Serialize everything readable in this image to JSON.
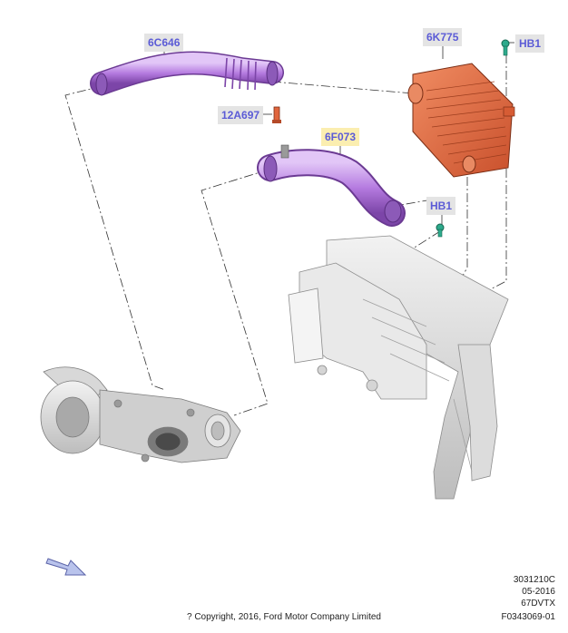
{
  "callouts": {
    "c1": "6C646",
    "c2": "6K775",
    "c3": "HB1",
    "c4": "12A697",
    "c5": "6F073",
    "c6": "HB1"
  },
  "footer": {
    "line1": "3031210C",
    "line2": "05-2016",
    "line3": "67DVTX",
    "line4": "F0343069-01",
    "copyright": "? Copyright, 2016, Ford Motor Company Limited"
  },
  "colors": {
    "hose": "#b57be0",
    "cooler": "#e0663e",
    "clip": "#2eaa8c",
    "callout_text": "#5b5bd6",
    "callout_bg": "#e4e4e4",
    "highlight_bg": "#fbeeb0"
  },
  "icons": [
    "view-direction-arrow-icon"
  ]
}
